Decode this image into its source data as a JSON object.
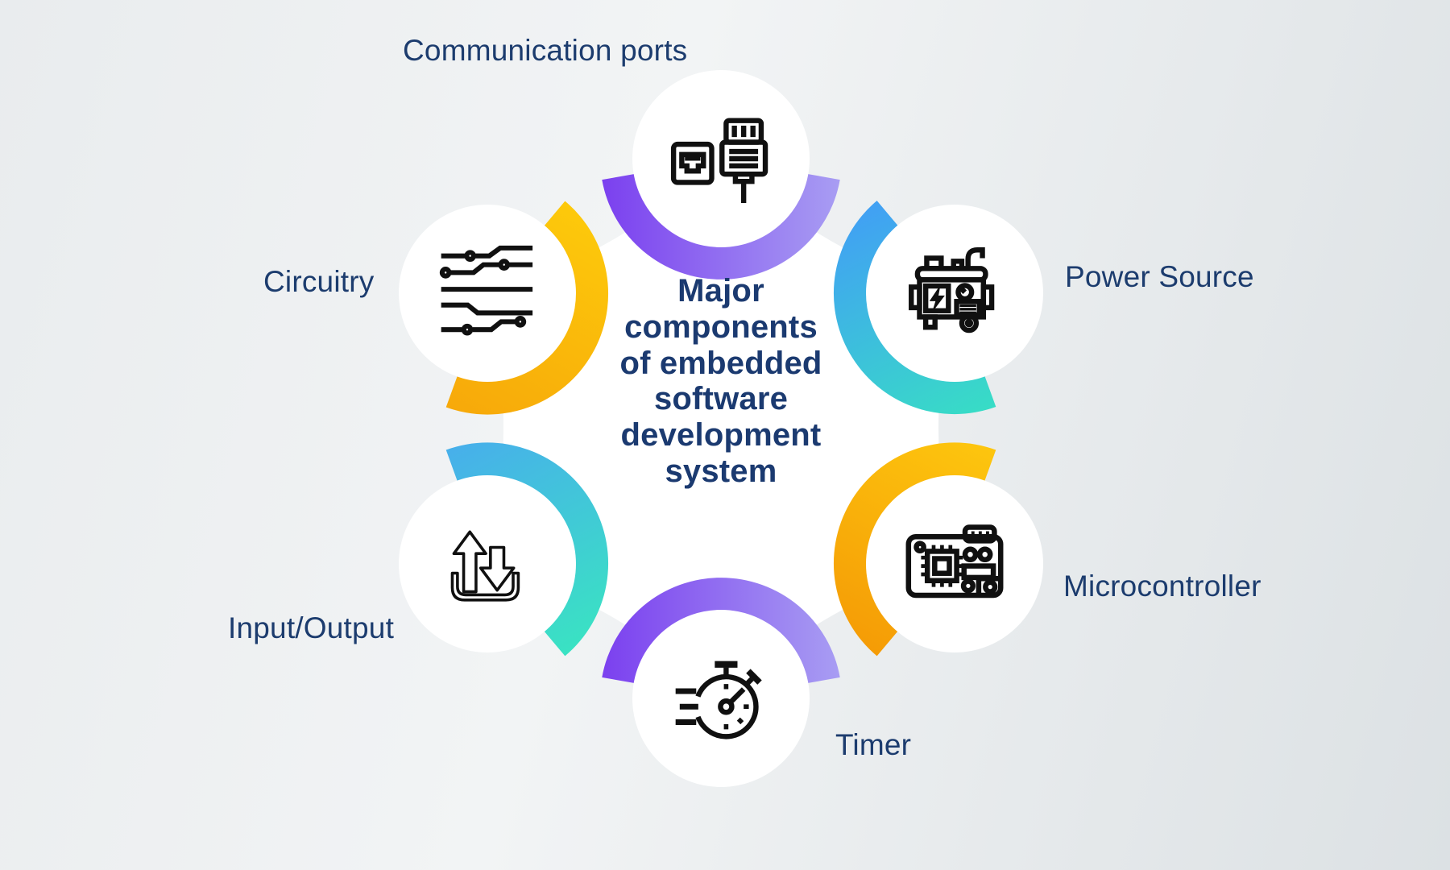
{
  "background": {
    "gradient_start": "#e9ecee",
    "gradient_mid": "#f2f4f5",
    "gradient_end": "#dce1e4",
    "blob_color": "#ffffff"
  },
  "center": {
    "title": "Major\ncomponents\nof embedded\nsoftware\ndevelopment\nsystem",
    "text_color": "#1b3a70"
  },
  "label_color": "#1c3c6e",
  "icon_color": "#101010",
  "nodes": [
    {
      "id": "communication-ports",
      "label": "Communication ports",
      "icon": "ethernet-cable-icon",
      "arc": {
        "start": "#7b40ef",
        "end": "#a89df3"
      }
    },
    {
      "id": "power-source",
      "label": "Power Source",
      "icon": "generator-icon",
      "arc": {
        "start": "#41a1f3",
        "end": "#38dcc6"
      }
    },
    {
      "id": "microcontroller",
      "label": "Microcontroller",
      "icon": "circuit-board-icon",
      "arc": {
        "start": "#fdc50e",
        "end": "#f59c06"
      }
    },
    {
      "id": "timer",
      "label": "Timer",
      "icon": "stopwatch-icon",
      "arc": {
        "start": "#7b40ef",
        "end": "#a89df3"
      }
    },
    {
      "id": "input-output",
      "label": "Input/Output",
      "icon": "upload-download-icon",
      "arc": {
        "start": "#47b0ea",
        "end": "#3ae2c3"
      }
    },
    {
      "id": "circuitry",
      "label": "Circuitry",
      "icon": "circuit-traces-icon",
      "arc": {
        "start": "#fdc90b",
        "end": "#f7a90a"
      }
    }
  ]
}
